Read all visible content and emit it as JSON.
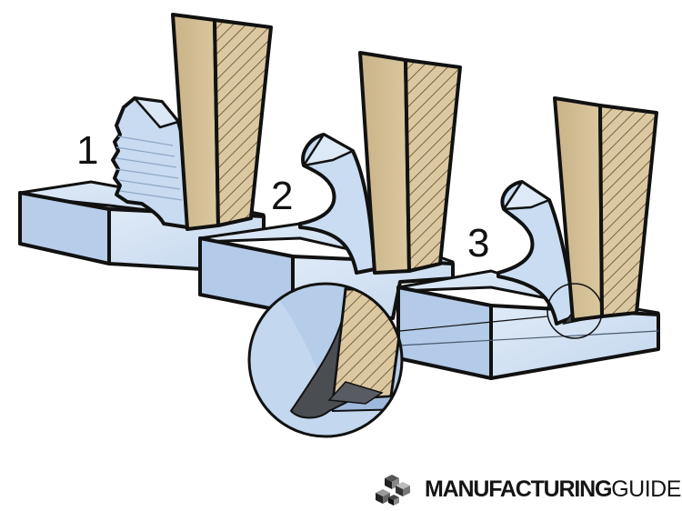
{
  "steps": [
    {
      "label": "1"
    },
    {
      "label": "2"
    },
    {
      "label": "3"
    }
  ],
  "brand": {
    "strong": "MANUFACTURING",
    "light": "GUIDE",
    "logo_icon": "isometric-cubes-logo"
  },
  "colors": {
    "workpiece_light": "#d3e3f5",
    "workpiece_mid": "#b9d0eb",
    "workpiece_dark": "#a5bfdf",
    "tool_tan": "#d8c49a",
    "tool_hatch": "#5a4a2e",
    "outline": "#111111",
    "chip_dark": "#4a4d52"
  }
}
